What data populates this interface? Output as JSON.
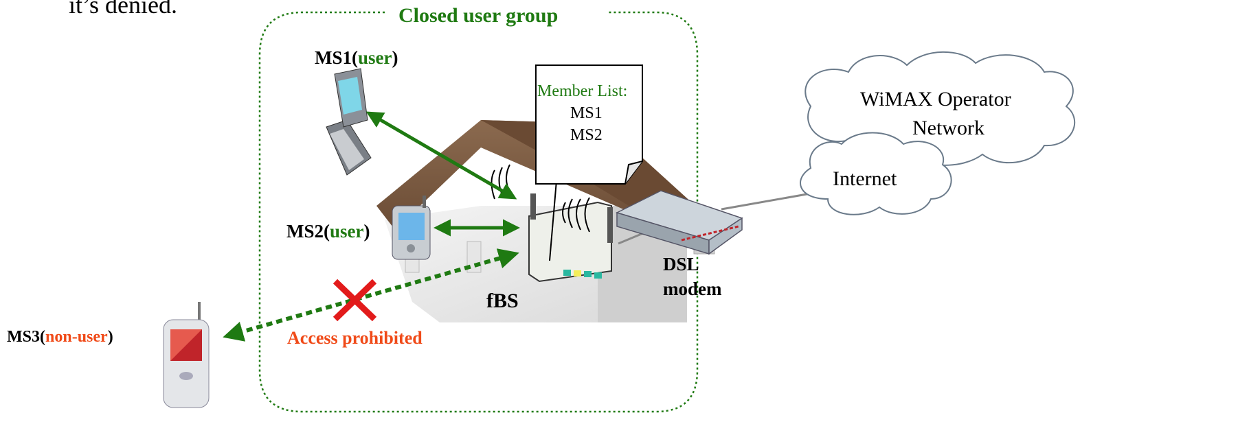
{
  "intro_fragment": "it’s denied.",
  "group": {
    "title": "Closed user group"
  },
  "ms1": {
    "id": "MS1",
    "role": "user"
  },
  "ms2": {
    "id": "MS2",
    "role": "user"
  },
  "ms3": {
    "id": "MS3",
    "role": "non-user"
  },
  "member_list": {
    "heading": "Member List:",
    "items": [
      "MS1",
      "MS2"
    ]
  },
  "fbs_label": "fBS",
  "dsl_label": [
    "DSL",
    "modem"
  ],
  "access_label": "Access prohibited",
  "clouds": {
    "operator": [
      "WiMAX Operator",
      "Network"
    ],
    "internet": "Internet"
  },
  "colors": {
    "green": "#1f7a12",
    "red": "#f04a18",
    "roof": "#7a5a42"
  }
}
